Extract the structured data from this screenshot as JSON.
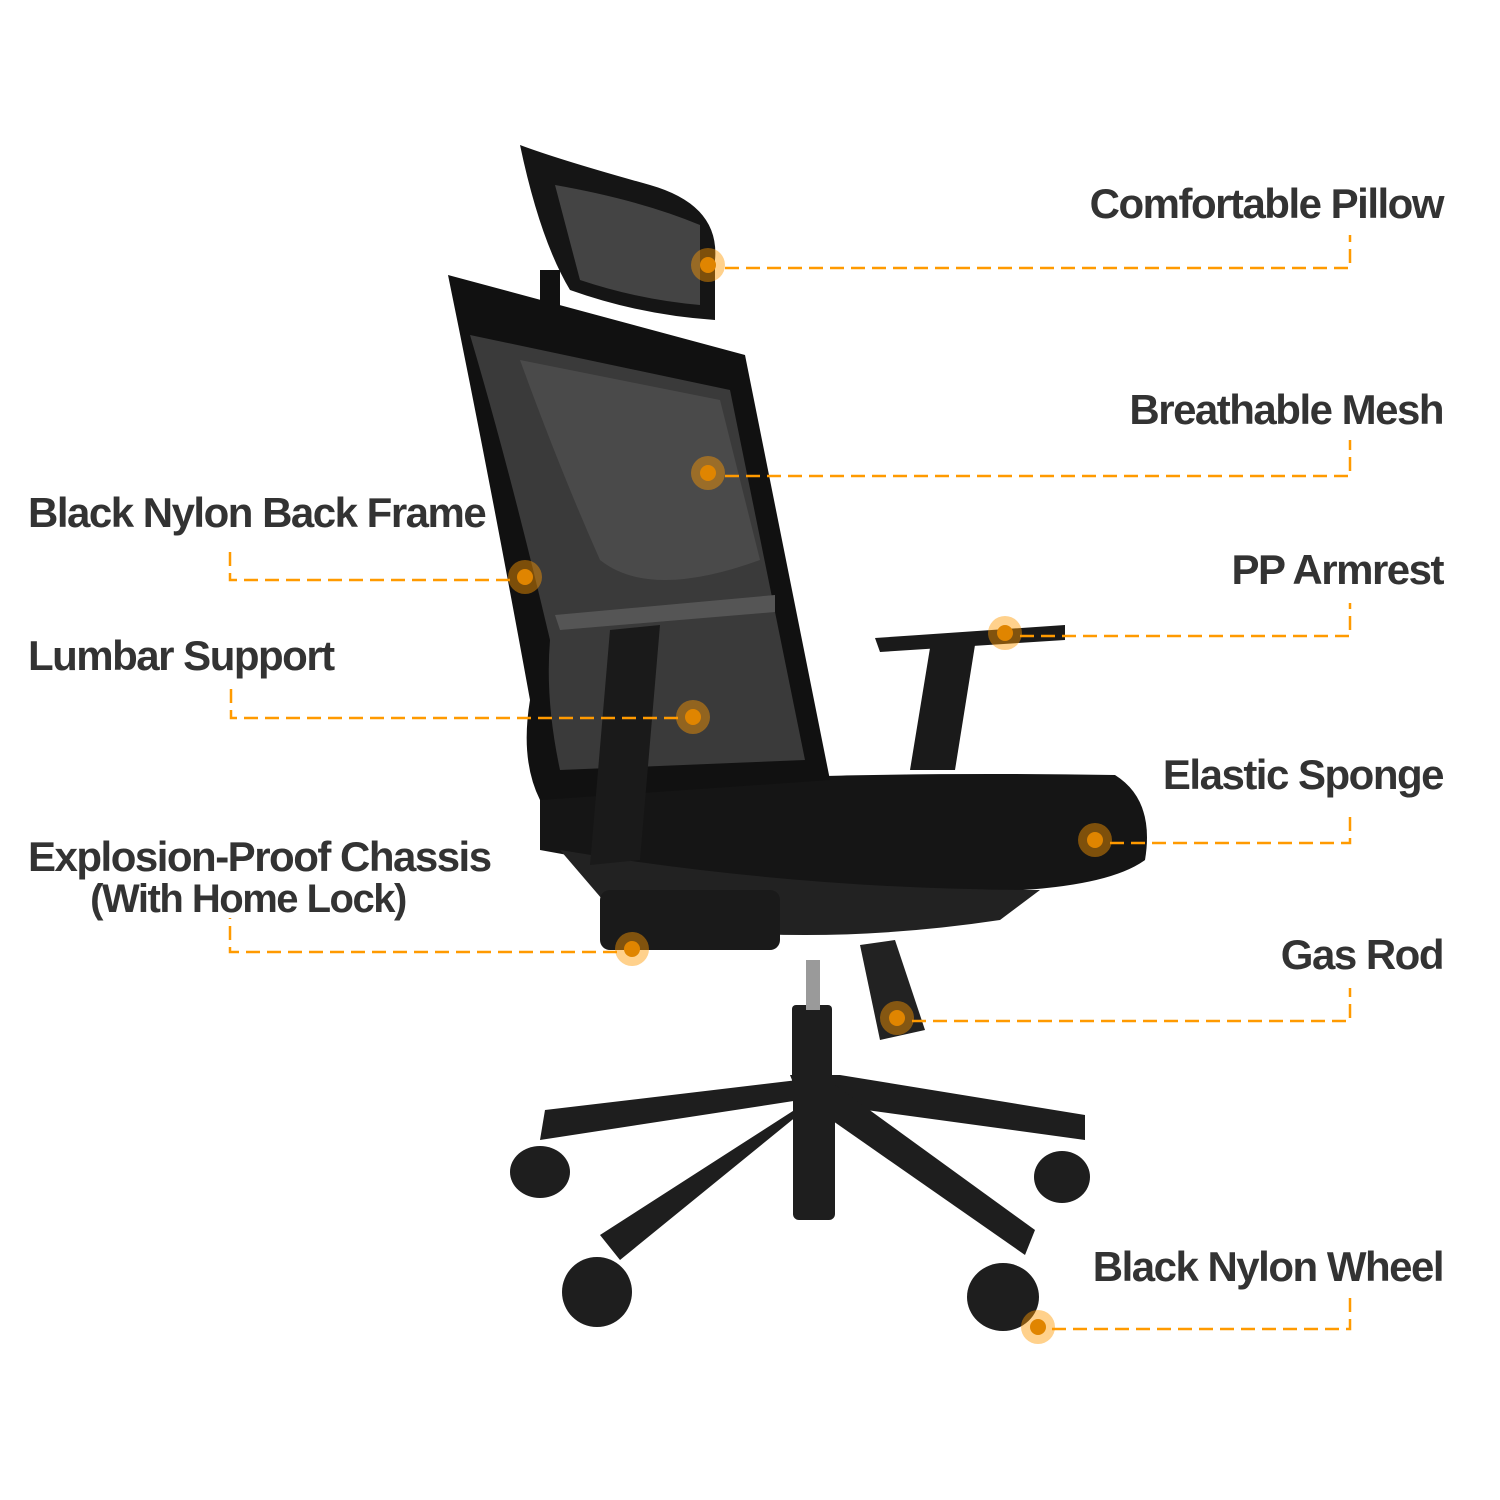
{
  "colors": {
    "accent": "#FF9A00",
    "text": "#333333",
    "chair": "#1c1c1c"
  },
  "image": {
    "subject": "office-chair"
  },
  "callouts": {
    "pillow": "Comfortable Pillow",
    "mesh": "Breathable Mesh",
    "armrest": "PP Armrest",
    "sponge": "Elastic Sponge",
    "gasrod": "Gas Rod",
    "wheel": "Black Nylon Wheel",
    "backframe": "Black Nylon Back Frame",
    "lumbar": "Lumbar Support",
    "chassis": "Explosion-Proof Chassis",
    "chassis_sub": "(With Home Lock)"
  }
}
